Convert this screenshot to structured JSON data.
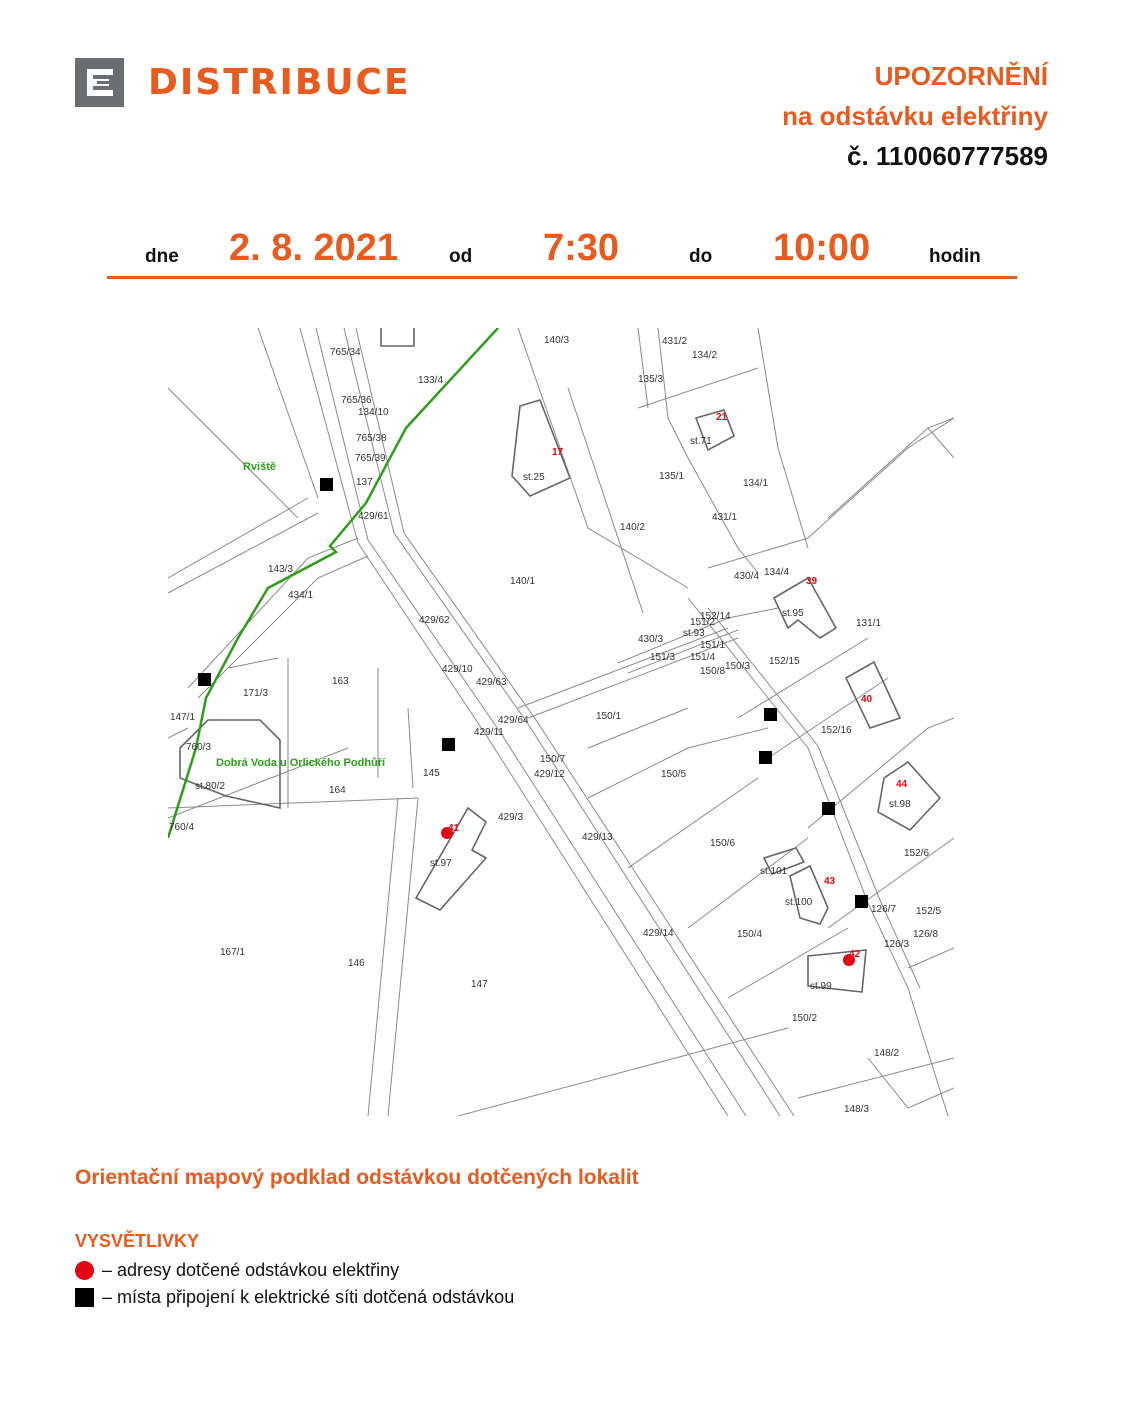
{
  "header": {
    "brand": "DISTRIBUCE",
    "notice_line1": "UPOZORNĚNÍ",
    "notice_line2": "na odstávku elektřiny",
    "notice_number": "č. 110060777589"
  },
  "outage": {
    "label_date": "dne",
    "date": "2. 8. 2021",
    "label_from": "od",
    "time_from": "7:30",
    "label_to": "do",
    "time_to": "10:00",
    "label_hours": "hodin"
  },
  "map": {
    "places": [
      {
        "id": "place-rviste",
        "text": "Rviště"
      },
      {
        "id": "place-dobra-voda",
        "text": "Dobrá Voda u Orlického Podhůří"
      }
    ],
    "parcels": [
      "765/34",
      "140/3",
      "431/2",
      "134/2",
      "133/4",
      "135/3",
      "765/36",
      "134/10",
      "765/38",
      "765/39",
      "137",
      "429/61",
      "135/1",
      "134/1",
      "431/1",
      "140/2",
      "143/3",
      "434/1",
      "140/1",
      "430/4",
      "134/4",
      "152/14",
      "151/2",
      "st.93",
      "430/3",
      "151/1",
      "151/3",
      "151/4",
      "150/3",
      "150/8",
      "131/1",
      "152/15",
      "429/62",
      "429/10",
      "429/63",
      "171/3",
      "163",
      "147/1",
      "429/64",
      "429/11",
      "150/1",
      "152/16",
      "760/3",
      "150/7",
      "429/12",
      "150/5",
      "145",
      "st.80/2",
      "164",
      "760/4",
      "429/3",
      "429/13",
      "150/6",
      "152/6",
      "st.97",
      "st.101",
      "st.100",
      "126/7",
      "152/5",
      "429/14",
      "150/4",
      "126/8",
      "126/3",
      "167/1",
      "146",
      "147",
      "st.99",
      "150/2",
      "148/2",
      "148/3",
      "st.25",
      "st.71",
      "st.95",
      "st.98"
    ],
    "address_numbers": [
      "17",
      "21",
      "39",
      "40",
      "44",
      "41",
      "43",
      "42"
    ]
  },
  "caption": "Orientační mapový podklad odstávkou dotčených lokalit",
  "legend": {
    "title": "VYSVĚTLIVKY",
    "items": [
      {
        "symbol": "red-dot",
        "text": "– adresy dotčené odstávkou elektřiny"
      },
      {
        "symbol": "black-square",
        "text": "– místa připojení k elektrické síti dotčená odstávkou"
      }
    ]
  },
  "colors": {
    "accent": "#e85a1e",
    "address_marker": "#e30613",
    "boundary": "#2e9e1a",
    "logo_gray": "#6b6e70"
  }
}
